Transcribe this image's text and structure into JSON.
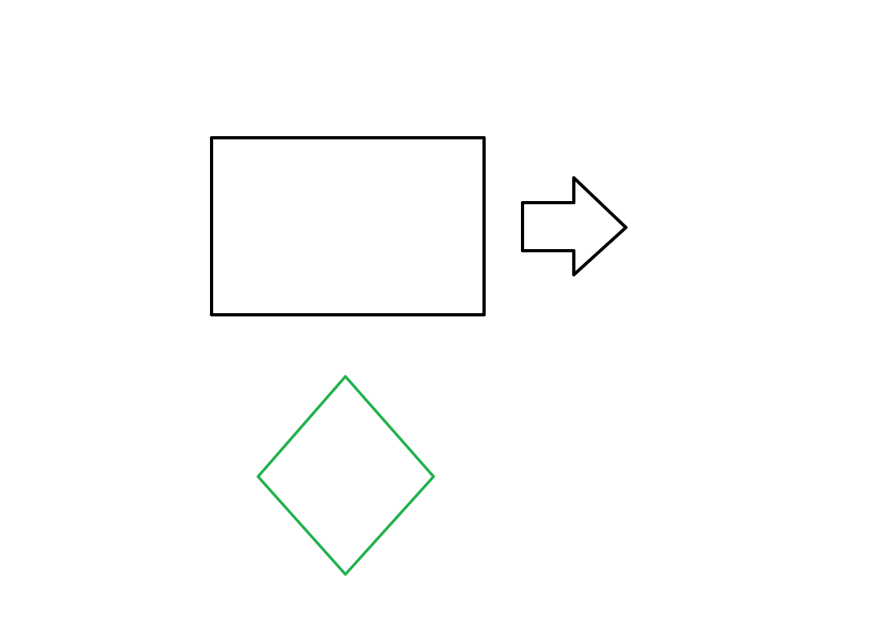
{
  "canvas": {
    "background": "#ffffff"
  },
  "shapes": [
    {
      "id": "rectangle",
      "type": "rectangle",
      "outline_color": "#000000",
      "fill": "none"
    },
    {
      "id": "arrow",
      "type": "block-arrow",
      "direction": "right",
      "outline_color": "#000000",
      "fill": "none"
    },
    {
      "id": "diamond",
      "type": "diamond",
      "outline_color": "#22b14c",
      "fill": "none"
    }
  ]
}
